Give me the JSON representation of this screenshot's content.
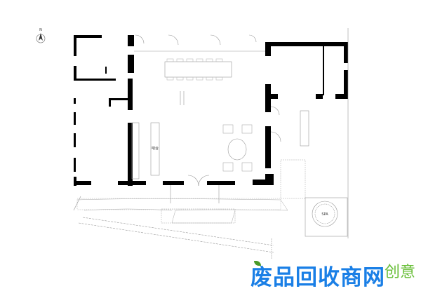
{
  "plan": {
    "north_label": "N",
    "labels": {
      "bar": "吧台",
      "spa": "SPA"
    }
  },
  "watermark": {
    "main": "废品回收商网",
    "side": "创意"
  },
  "colors": {
    "wall": "#000000",
    "line": "#9a9a9a",
    "watermark_blue": "#1a7fe6",
    "watermark_green": "#6abf3a"
  }
}
